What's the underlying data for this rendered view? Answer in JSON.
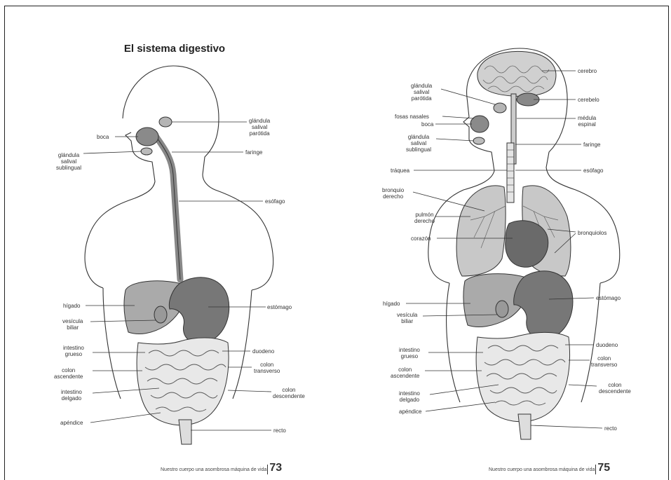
{
  "left_page": {
    "title": "El sistema digestivo",
    "labels": {
      "glandula_parotida": "glándula\nsalival\nparótida",
      "boca": "boca",
      "faringe": "faringe",
      "glandula_sublingual": "glándula\nsalival\nsublingual",
      "esofago": "esófago",
      "higado": "hígado",
      "estomago": "estómago",
      "vesicula": "vesícula\nbiliar",
      "intestino_grueso": "intestino\ngrueso",
      "duodeno": "duodeno",
      "colon_ascendente": "colon\nascendente",
      "colon_transverso": "colon\ntransverso",
      "intestino_delgado": "intestino\ndelgado",
      "colon_descendente": "colon\ndescendente",
      "apendice": "apéndice",
      "recto": "recto"
    },
    "footer_text": "Nuestro cuerpo una asombrosa máquina de vida",
    "page_number": "73"
  },
  "right_page": {
    "labels": {
      "cerebro": "cerebro",
      "glandula_parotida": "glándula\nsalival\nparótida",
      "cerebelo": "cerebelo",
      "fosas_nasales": "fosas nasales",
      "boca": "boca",
      "medula": "médula\nespinal",
      "glandula_sublingual": "glándula\nsalival\nsublingual",
      "faringe": "faringe",
      "traquea": "tráquea",
      "esofago": "esófago",
      "bronquio_derecho": "bronquio\nderecho",
      "pulmon_derecho": "pulmón\nderecho",
      "bronquiolos": "bronquiolos",
      "corazon": "corazón",
      "higado": "hígado",
      "estomago": "estómago",
      "vesicula": "vesícula\nbiliar",
      "duodeno": "duodeno",
      "intestino_grueso": "intestino\ngrueso",
      "colon_transverso": "colon\ntransverso",
      "colon_ascendente": "colon\nascendente",
      "colon_descendente": "colon\ndescendente",
      "intestino_delgado": "intestino\ndelgado",
      "apendice": "apéndice",
      "recto": "recto"
    },
    "footer_text": "Nuestro cuerpo una asombrosa máquina de vida",
    "page_number": "75"
  },
  "colors": {
    "outline": "#333333",
    "organ_dark": "#7a7a7a",
    "organ_mid": "#a8a8a8",
    "organ_light": "#cfcfcf"
  }
}
